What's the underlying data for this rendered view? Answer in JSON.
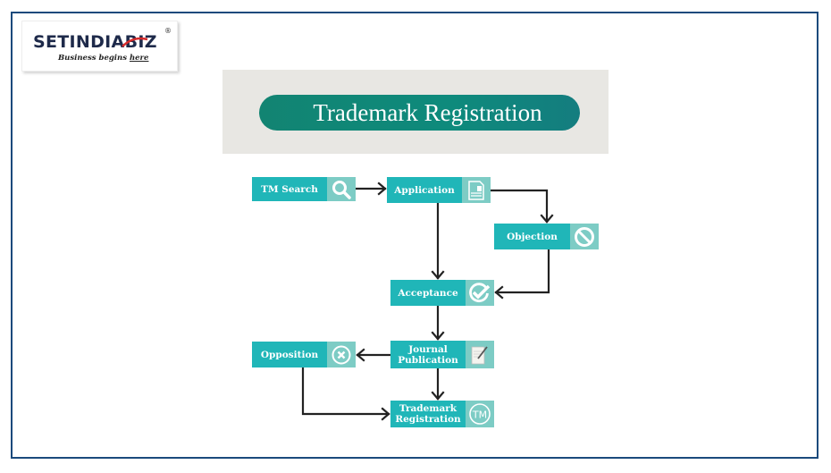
{
  "logo": {
    "brand_left": "SETINDI",
    "brand_a": "A",
    "brand_right": "BIZ",
    "registered": "®",
    "tagline_prefix": "Business begins ",
    "tagline_underlined": "here"
  },
  "banner": {
    "title": "Trademark Registration"
  },
  "flow": {
    "nodes": [
      {
        "id": "tm-search",
        "label": "TM Search",
        "icon": "search-icon"
      },
      {
        "id": "application",
        "label": "Application",
        "icon": "document-icon"
      },
      {
        "id": "objection",
        "label": "Objection",
        "icon": "prohibited-icon"
      },
      {
        "id": "acceptance",
        "label": "Acceptance",
        "icon": "check-circle-icon"
      },
      {
        "id": "journal-publication",
        "label": "Journal\nPublication",
        "icon": "paper-pen-icon"
      },
      {
        "id": "opposition",
        "label": "Opposition",
        "icon": "x-circle-icon"
      },
      {
        "id": "trademark-registration",
        "label": "Trademark\nRegistration",
        "icon": "tm-icon"
      }
    ],
    "edges": [
      {
        "from": "tm-search",
        "to": "application"
      },
      {
        "from": "application",
        "to": "objection"
      },
      {
        "from": "application",
        "to": "acceptance"
      },
      {
        "from": "objection",
        "to": "acceptance"
      },
      {
        "from": "acceptance",
        "to": "journal-publication"
      },
      {
        "from": "journal-publication",
        "to": "opposition"
      },
      {
        "from": "journal-publication",
        "to": "trademark-registration"
      },
      {
        "from": "opposition",
        "to": "trademark-registration"
      }
    ],
    "colors": {
      "node_fill": "#20b6b8",
      "icon_fill": "#7dccc5",
      "banner_fill": "#0e8a7c",
      "frame": "#1b4a7c",
      "connector": "#222222"
    }
  }
}
